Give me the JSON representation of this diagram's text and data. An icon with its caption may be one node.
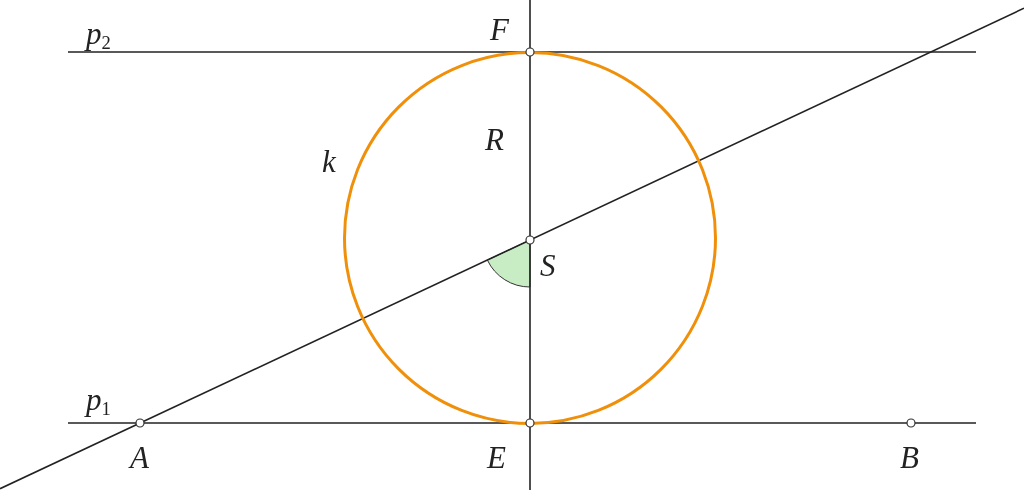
{
  "diagram": {
    "labels": [
      "p$_{2}$",
      "F",
      "R",
      "k",
      "S",
      "p$_{1}$",
      "A",
      "E",
      "B"
    ]
  }
}
